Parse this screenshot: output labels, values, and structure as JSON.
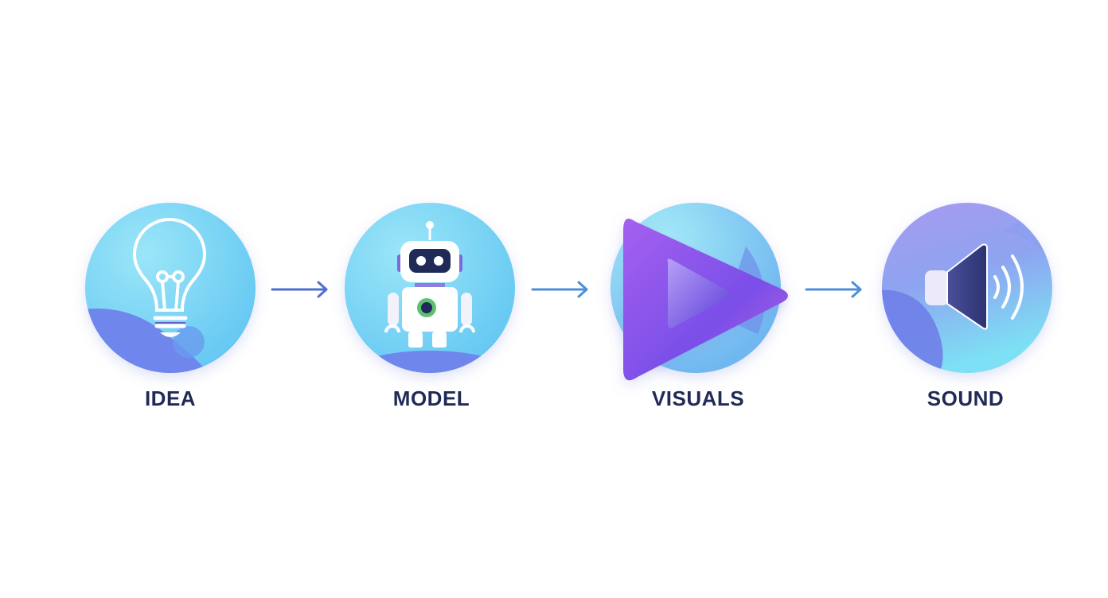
{
  "steps": [
    {
      "label": "IDEA",
      "icon": "lightbulb-icon"
    },
    {
      "label": "MODEL",
      "icon": "robot-icon"
    },
    {
      "label": "VISUALS",
      "icon": "play-icon"
    },
    {
      "label": "SOUND",
      "icon": "speaker-icon"
    }
  ],
  "colors": {
    "label": "#1f2a56",
    "arrow": "#4f6fd0",
    "cyan": "#7fd8f5",
    "indigo": "#6f7ee8",
    "purple": "#8b5cf0"
  }
}
